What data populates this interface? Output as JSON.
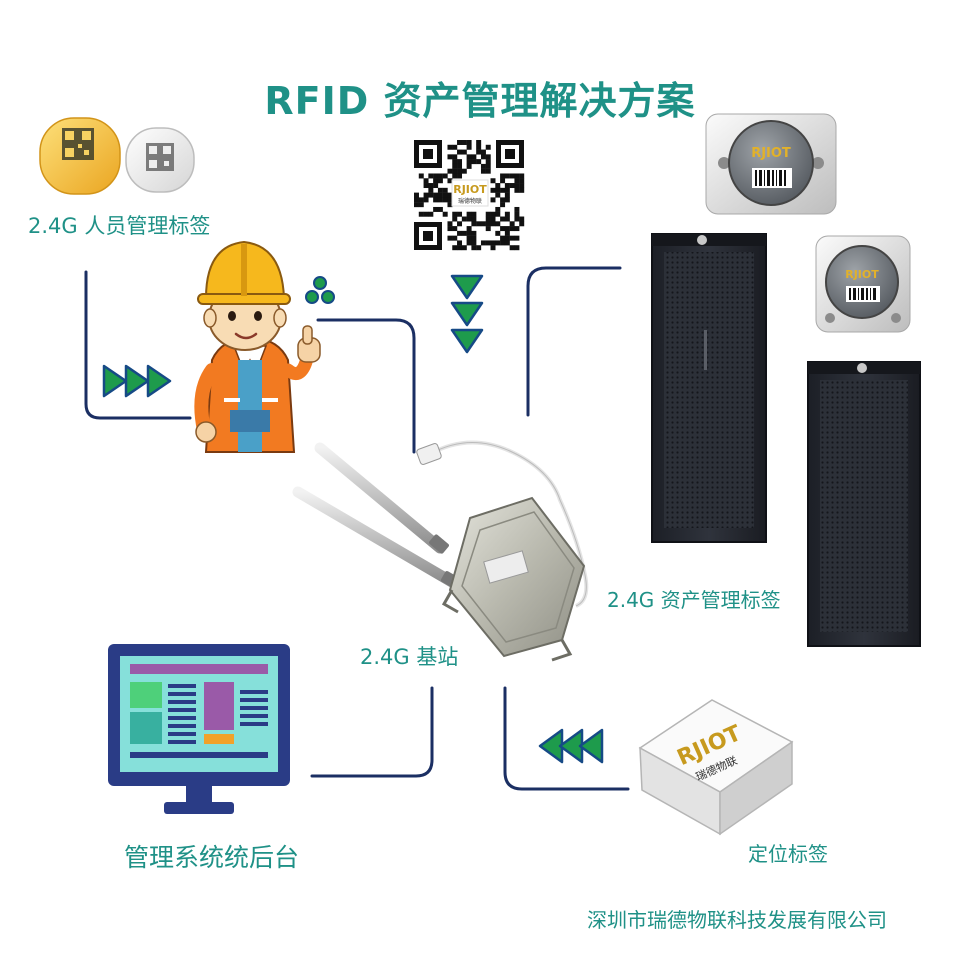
{
  "title": "RFID 资产管理解决方案",
  "labels": {
    "personnel_tag": "2.4G 人员管理标签",
    "asset_tag": "2.4G 资产管理标签",
    "base_station": "2.4G 基站",
    "backend": "管理系统统后台",
    "location_tag": "定位标签"
  },
  "company": "深圳市瑞德物联科技发展有限公司",
  "brand": {
    "logo": "RJIOT",
    "subtitle": "瑞德物联"
  },
  "colors": {
    "teal": "#1f9187",
    "navy": "#1b2f63",
    "arrow_fill": "#1e9b4c",
    "arrow_stroke": "#164a86",
    "monitor": "#2a3c86",
    "rack": "#23262e"
  },
  "icons": [
    "qr-code-icon",
    "triangle-arrow-icon",
    "trefoil-signal-icon"
  ]
}
